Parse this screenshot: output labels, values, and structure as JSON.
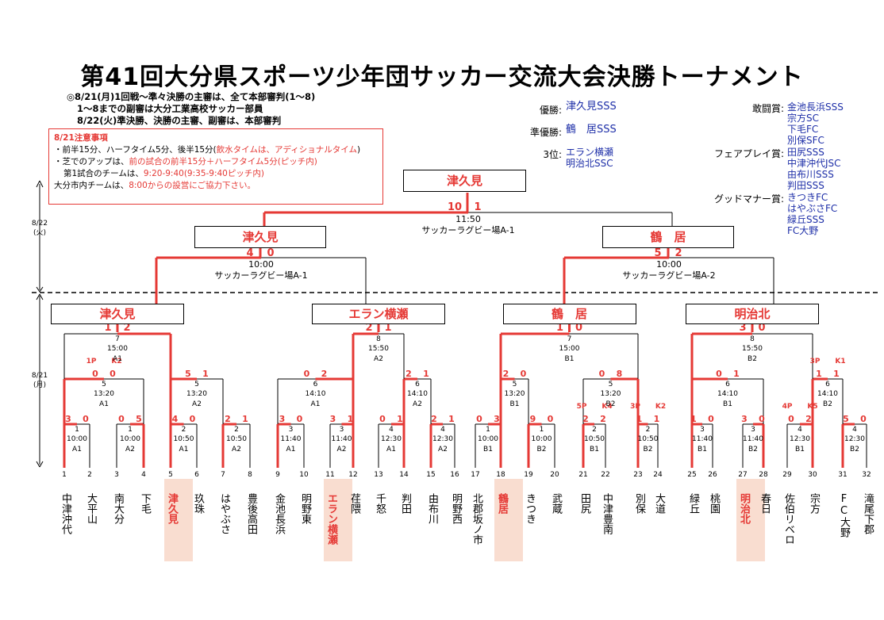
{
  "title": "第41回大分県スポーツ少年団サッカー交流大会決勝トーナメント",
  "notes": [
    "◎8/21(月)1回戦～準々決勝の主審は、全て本部審判(1～8)",
    "1～8までの副審は大分工業高校サッカー部員",
    "8/22(火)準決勝、決勝の主審、副審は、本部審判"
  ],
  "notice": {
    "title": "8/21注意事項",
    "line1a": "・前半15分、ハーフタイム5分、後半15分(",
    "line1b": "飲水タイムは、アディショナルタイム",
    "line1c": ")",
    "line2a": "・芝でのアップは、",
    "line2b": "前の試合の前半15分＋ハーフタイム5分(ピッチ内)",
    "line3a": "第1試合のチームは、",
    "line3b": "9:20-9:40(9:35-9:40ピッチ内)",
    "line4a": "大分市内チームは、",
    "line4b": "8:00からの設営にご協力下さい。"
  },
  "awards": {
    "champion_label": "優勝:",
    "champion": "津久見SSS",
    "runner_label": "準優勝:",
    "runner": "鶴　居SSS",
    "third_label": "3位:",
    "third": [
      "エラン横瀬",
      "明治北SSC"
    ],
    "fight_label": "敢闘賞:",
    "fight": [
      "金池長浜SSS",
      "宗方SC",
      "下毛FC",
      "別保SFC"
    ],
    "fair_label": "フェアプレイ賞:",
    "fair": [
      "田尻SSS",
      "中津沖代JSC",
      "由布川SSS",
      "判田SSS"
    ],
    "good_label": "グッドマナー賞:",
    "good": [
      "きつきFC",
      "はやぶさFC",
      "緑丘SSS",
      "FC大野"
    ]
  },
  "side_labels": {
    "day2": [
      "8/22",
      "(火)"
    ],
    "day1": [
      "8/21",
      "(月)"
    ]
  },
  "final": {
    "winner": "津久見",
    "score_l": "10",
    "score_r": "1",
    "time": "11:50",
    "venue": "サッカーラグビー場A-1"
  },
  "semis": [
    {
      "winner": "津久見",
      "score_l": "4",
      "score_r": "0",
      "time": "10:00",
      "venue": "サッカーラグビー場A-1"
    },
    {
      "winner": "鶴　居",
      "score_l": "5",
      "score_r": "2",
      "time": "10:00",
      "venue": "サッカーラグビー場A-2"
    }
  ],
  "quarters": [
    {
      "winner": "津久見",
      "score_l": "1",
      "score_r": "2",
      "no": "7",
      "time": "15:00",
      "court": "A1"
    },
    {
      "winner": "エラン横瀬",
      "score_l": "2",
      "score_r": "1",
      "no": "8",
      "time": "15:50",
      "court": "A2"
    },
    {
      "winner": "鶴　居",
      "score_l": "1",
      "score_r": "0",
      "no": "7",
      "time": "15:00",
      "court": "B1"
    },
    {
      "winner": "明治北",
      "score_l": "3",
      "score_r": "0",
      "no": "8",
      "time": "15:50",
      "court": "B2"
    }
  ],
  "r2": [
    {
      "score_l": "0",
      "score_r": "0",
      "pk_l": "1P",
      "pk_r": "K2",
      "no": "5",
      "time": "13:20",
      "court": "A1"
    },
    {
      "score_l": "5",
      "score_r": "1",
      "pk_l": "",
      "pk_r": "",
      "no": "5",
      "time": "13:20",
      "court": "A2"
    },
    {
      "score_l": "0",
      "score_r": "2",
      "pk_l": "",
      "pk_r": "",
      "no": "6",
      "time": "14:10",
      "court": "A1"
    },
    {
      "score_l": "2",
      "score_r": "1",
      "pk_l": "",
      "pk_r": "",
      "no": "6",
      "time": "14:10",
      "court": "A2"
    },
    {
      "score_l": "2",
      "score_r": "0",
      "pk_l": "",
      "pk_r": "",
      "no": "5",
      "time": "13:20",
      "court": "B1"
    },
    {
      "score_l": "0",
      "score_r": "8",
      "pk_l": "",
      "pk_r": "",
      "no": "5",
      "time": "13:20",
      "court": "B2"
    },
    {
      "score_l": "0",
      "score_r": "1",
      "pk_l": "",
      "pk_r": "",
      "no": "6",
      "time": "14:10",
      "court": "B1"
    },
    {
      "score_l": "1",
      "score_r": "1",
      "pk_l": "3P",
      "pk_r": "K1",
      "no": "6",
      "time": "14:10",
      "court": "B2"
    }
  ],
  "r1": [
    {
      "score_l": "3",
      "score_r": "0",
      "pk_l": "",
      "pk_r": "",
      "no": "1",
      "time": "10:00",
      "court": "A1"
    },
    {
      "score_l": "0",
      "score_r": "5",
      "pk_l": "",
      "pk_r": "",
      "no": "1",
      "time": "10:00",
      "court": "A2"
    },
    {
      "score_l": "4",
      "score_r": "0",
      "pk_l": "",
      "pk_r": "",
      "no": "2",
      "time": "10:50",
      "court": "A1"
    },
    {
      "score_l": "2",
      "score_r": "1",
      "pk_l": "",
      "pk_r": "",
      "no": "2",
      "time": "10:50",
      "court": "A2"
    },
    {
      "score_l": "3",
      "score_r": "0",
      "pk_l": "",
      "pk_r": "",
      "no": "3",
      "time": "11:40",
      "court": "A1"
    },
    {
      "score_l": "3",
      "score_r": "1",
      "pk_l": "",
      "pk_r": "",
      "no": "3",
      "time": "11:40",
      "court": "A2"
    },
    {
      "score_l": "0",
      "score_r": "1",
      "pk_l": "",
      "pk_r": "",
      "no": "4",
      "time": "12:30",
      "court": "A1"
    },
    {
      "score_l": "2",
      "score_r": "1",
      "pk_l": "",
      "pk_r": "",
      "no": "4",
      "time": "12:30",
      "court": "A2"
    },
    {
      "score_l": "0",
      "score_r": "3",
      "pk_l": "",
      "pk_r": "",
      "no": "1",
      "time": "10:00",
      "court": "B1"
    },
    {
      "score_l": "9",
      "score_r": "0",
      "pk_l": "",
      "pk_r": "",
      "no": "1",
      "time": "10:00",
      "court": "B2"
    },
    {
      "score_l": "2",
      "score_r": "2",
      "pk_l": "5P",
      "pk_r": "K4",
      "no": "2",
      "time": "10:50",
      "court": "B1"
    },
    {
      "score_l": "1",
      "score_r": "1",
      "pk_l": "3P",
      "pk_r": "K2",
      "no": "2",
      "time": "10:50",
      "court": "B2"
    },
    {
      "score_l": "1",
      "score_r": "0",
      "pk_l": "",
      "pk_r": "",
      "no": "3",
      "time": "11:40",
      "court": "B1"
    },
    {
      "score_l": "3",
      "score_r": "0",
      "pk_l": "",
      "pk_r": "",
      "no": "3",
      "time": "11:40",
      "court": "B2"
    },
    {
      "score_l": "0",
      "score_r": "2",
      "pk_l": "4P",
      "pk_r": "K5",
      "no": "4",
      "time": "12:30",
      "court": "B1"
    },
    {
      "score_l": "5",
      "score_r": "0",
      "pk_l": "",
      "pk_r": "",
      "no": "4",
      "time": "12:30",
      "court": "B2"
    }
  ],
  "teams": [
    "中津沖代",
    "大平山",
    "南大分",
    "下毛",
    "津久見",
    "玖珠",
    "はやぶさ",
    "豊後高田",
    "金池長浜",
    "明野東",
    "エラン横瀬",
    "荏隈",
    "千怒",
    "判田",
    "由布川",
    "明野西",
    "北郡坂ノ市",
    "鶴居",
    "きつき",
    "武蔵",
    "田尻",
    "中津豊南",
    "別保",
    "大道",
    "緑丘",
    "桃園",
    "明治北",
    "春日",
    "佐伯リベロ",
    "宗方",
    "FC大野",
    "滝尾下郡"
  ],
  "highlight_teams": [
    5,
    11,
    18,
    27
  ],
  "colors": {
    "winner": "#e53935",
    "award_text": "#1e2fa8",
    "highlight": "#f9ddd0"
  }
}
